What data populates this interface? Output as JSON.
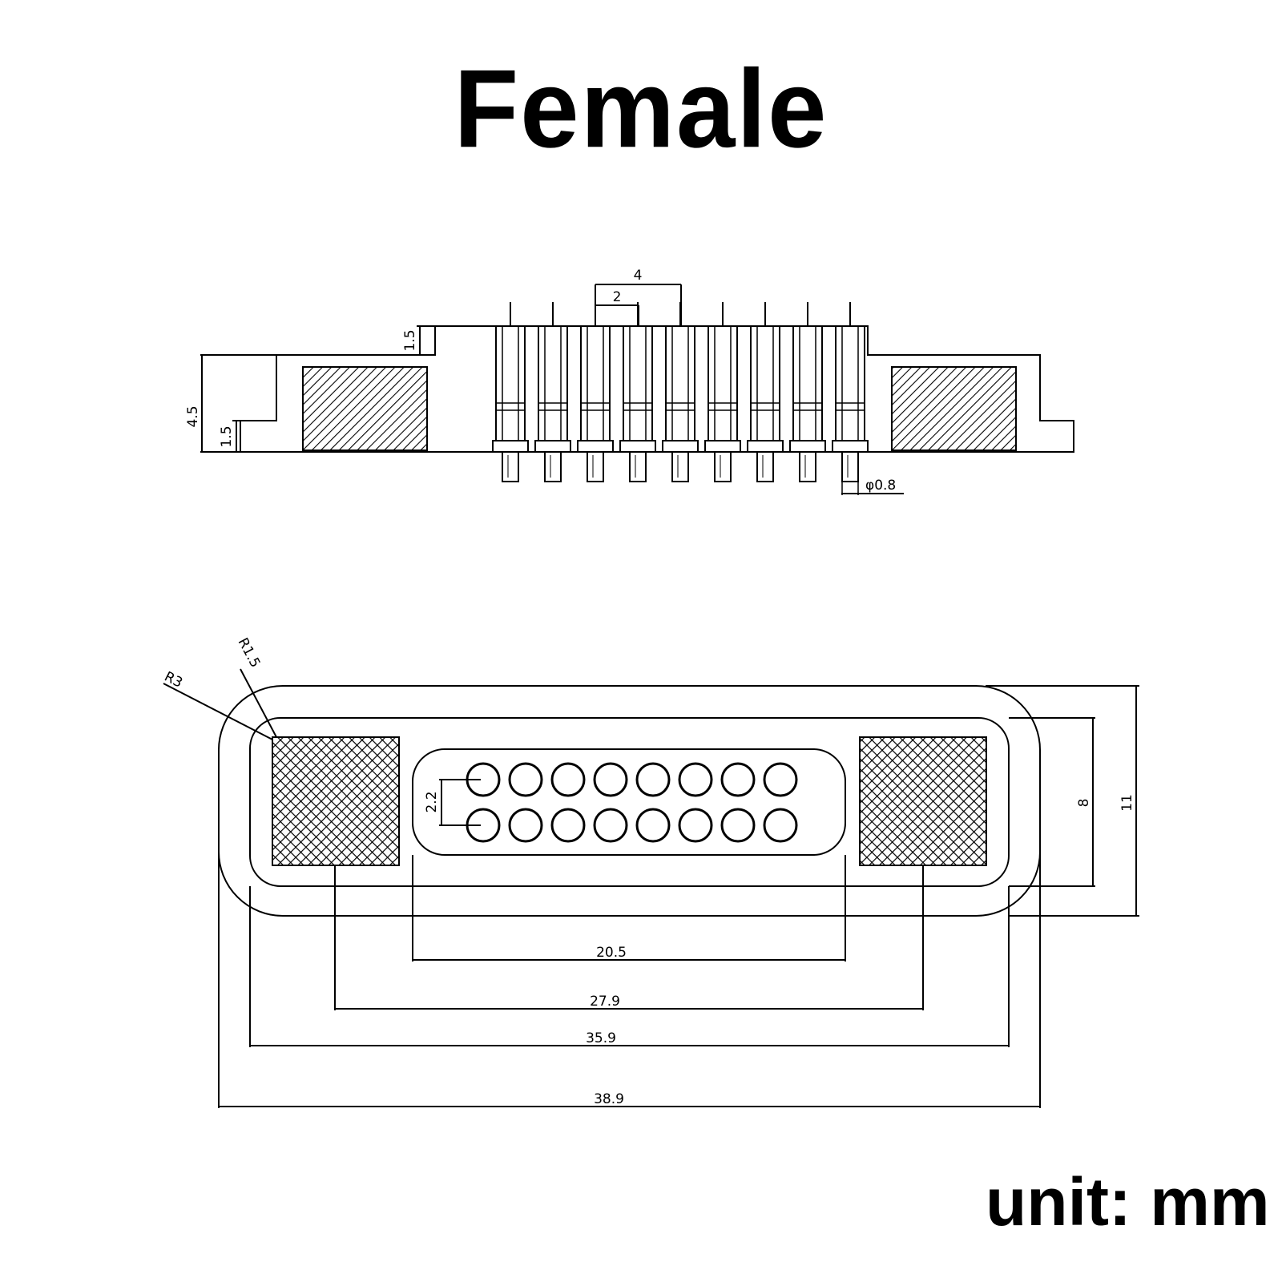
{
  "title": "Female",
  "unit": "unit: mm",
  "side_view": {
    "pin_count": 9,
    "pin_pitch_label": "2",
    "pin_span_label": "4",
    "top_step_label": "1.5",
    "total_height_label": "4.5",
    "base_step_label": "1.5",
    "pin_diameter_label": "φ0.8"
  },
  "front_view": {
    "contact_rows": 2,
    "contacts_per_row": 8,
    "outer_radius_label": "R3",
    "inner_radius_label": "R1.5",
    "row_pitch_label": "2.2",
    "inner_height_label": "8",
    "outer_height_label": "11",
    "dim_20_5": "20.5",
    "dim_27_9": "27.9",
    "dim_35_9": "35.9",
    "dim_38_9": "38.9"
  }
}
